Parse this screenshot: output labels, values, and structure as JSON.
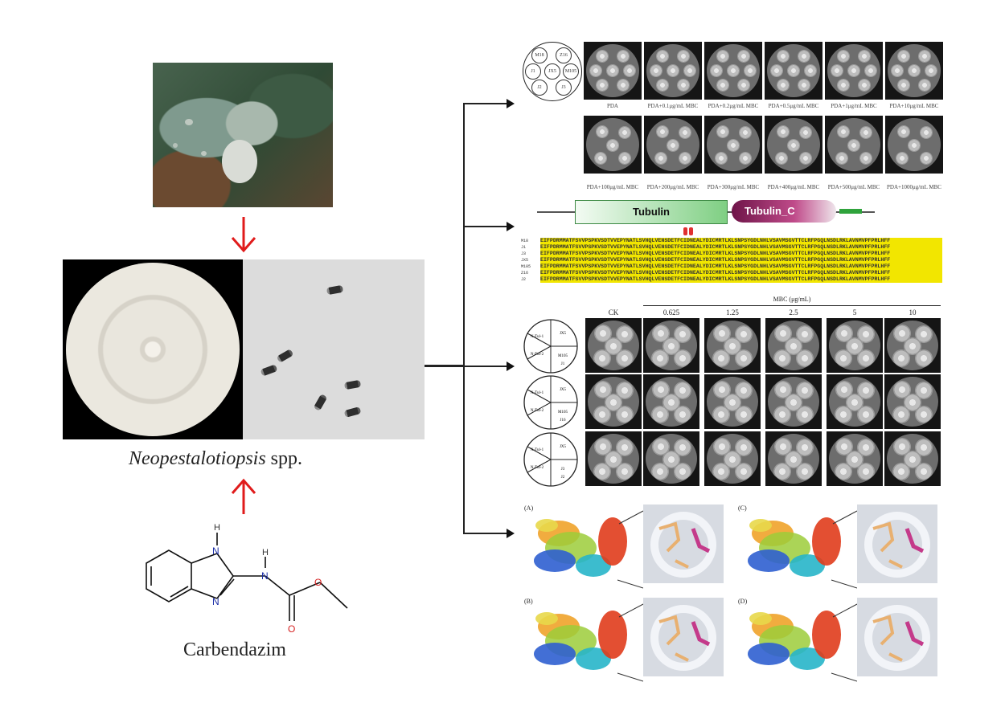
{
  "left": {
    "organism_genus": "Neopestalotiopsis",
    "organism_suffix": " spp.",
    "compound_name": "Carbendazim",
    "atoms": {
      "h1": "H",
      "h2": "H",
      "n1": "N",
      "n2": "N",
      "n3": "N",
      "o1": "O",
      "o2": "O"
    }
  },
  "panel1": {
    "map_labels": [
      "M18",
      "Z16",
      "J1",
      "JX5",
      "M105",
      "J2",
      "J3"
    ],
    "row1_captions": [
      "PDA",
      "PDA+0.1μg/mL MBC",
      "PDA+0.2μg/mL MBC",
      "PDA+0.5μg/mL MBC",
      "PDA+1μg/mL MBC",
      "PDA+10μg/mL MBC"
    ],
    "row2_captions": [
      "PDA+100μg/mL MBC",
      "PDA+200μg/mL MBC",
      "PDA+300μg/mL MBC",
      "PDA+400μg/mL MBC",
      "PDA+500μg/mL MBC",
      "PDA+1000μg/mL MBC"
    ]
  },
  "panel2": {
    "domain1": "Tubulin",
    "domain2": "Tubulin_C",
    "seq_labels": [
      "M18",
      "J1",
      "J3",
      "JX5",
      "M105",
      "Z16",
      "J2"
    ],
    "seq_line": "EIFPDRMMATFSVVPSPKVSDTVVEPYNATLSVHQLVENSDETFCIDNEALYDICMRTLKLSNPSYGDLNHLVSAVMSGVTTCLRFPGQLNSDLRKLAVNMVPFPRLHFF"
  },
  "panel3": {
    "header": "MBC (μg/mL)",
    "columns": [
      "CK",
      "0.625",
      "1.25",
      "2.5",
      "5",
      "10"
    ],
    "row_maps": [
      [
        "JX5",
        "M105",
        "J1",
        "N-Tul-1",
        "N-Tul-2"
      ],
      [
        "JX5",
        "M105",
        "J16",
        "N-Tul-1",
        "N-Tul-2"
      ],
      [
        "JX5",
        "J3",
        "J2",
        "N-Tul-1",
        "N-Tul-2"
      ]
    ]
  },
  "panel4": {
    "labels": [
      "(A)",
      "(B)",
      "(C)",
      "(D)"
    ]
  },
  "colors": {
    "arrow_red": "#e01b1b",
    "seq_highlight": "#f2e600",
    "tubulin_green": "#7fcf83",
    "tubulin_c_purple": "#8e2060"
  }
}
